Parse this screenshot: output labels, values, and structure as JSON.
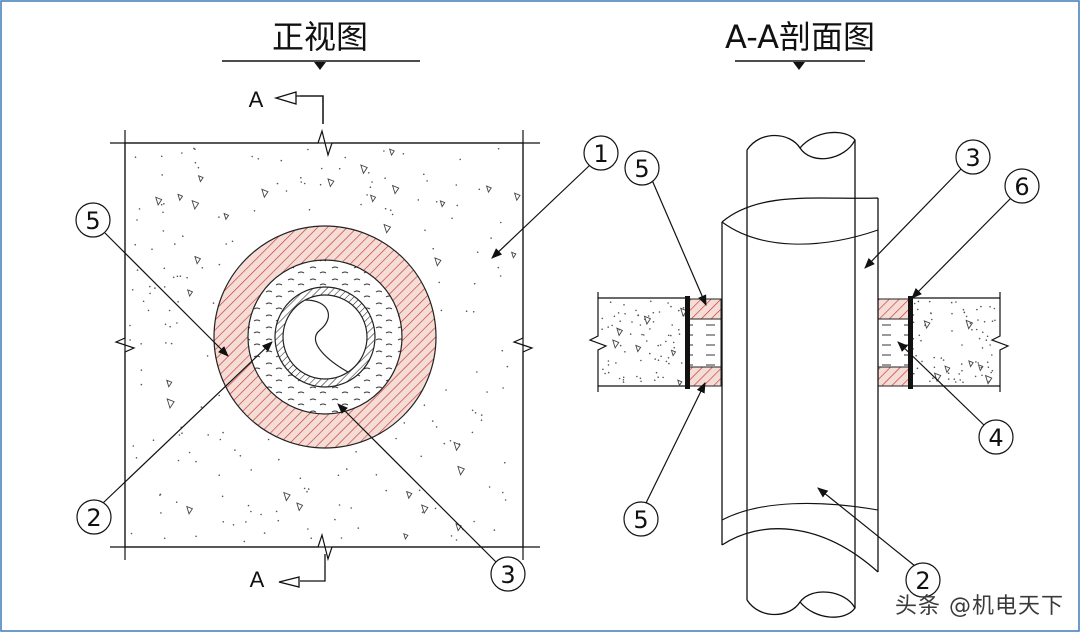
{
  "titles": {
    "front_view": "正视图",
    "section_view": "A-A剖面图"
  },
  "section_marks": {
    "top": "A",
    "bottom": "A"
  },
  "callouts": {
    "front": {
      "c1": "1",
      "c5": "5",
      "c2": "2",
      "c3": "3"
    },
    "section": {
      "c5_top": "5",
      "c5_bottom": "5",
      "c3": "3",
      "c6": "6",
      "c4": "4",
      "c2": "2"
    }
  },
  "watermark": "头条 @机电天下",
  "colors": {
    "line": "#111111",
    "fire_hatch": "#c0392b",
    "fire_fill": "#f6dcd6",
    "frame": "#3d7ab8"
  }
}
